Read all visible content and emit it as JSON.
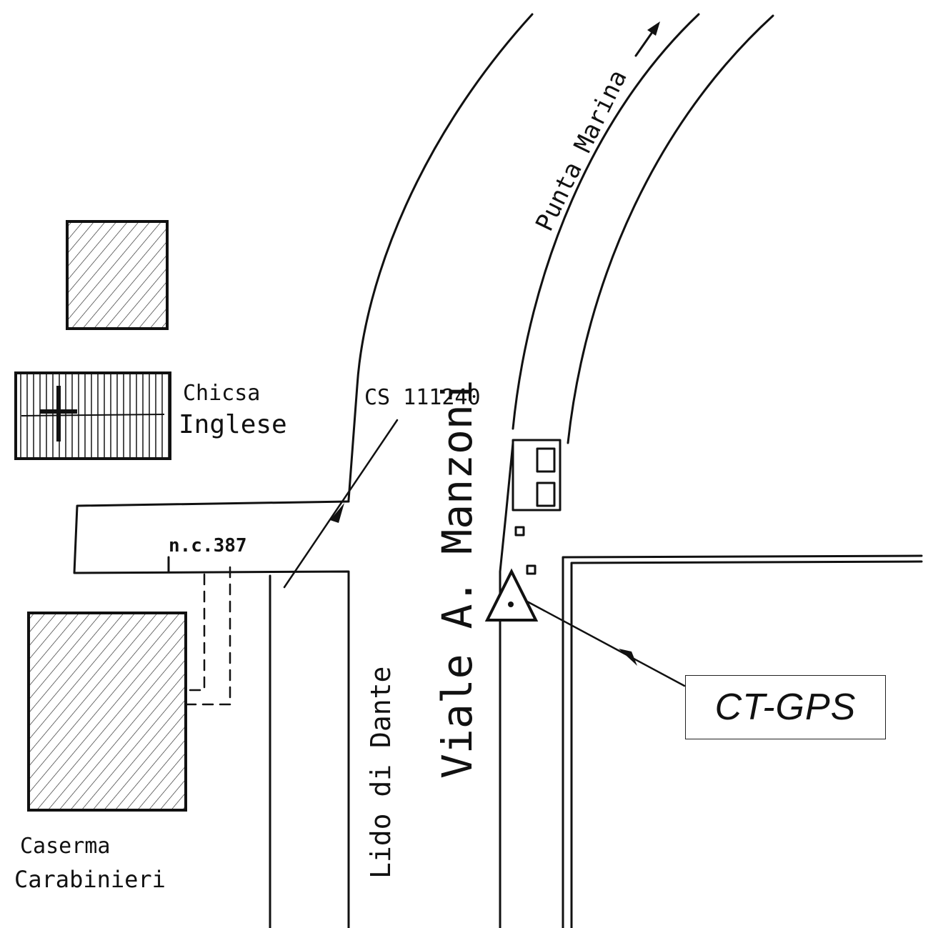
{
  "map": {
    "labels": {
      "church": "Chicsa",
      "church_2": "Inglese",
      "barracks": "Caserma",
      "barracks_2": "Carabinieri",
      "cs_code": "CS 111240",
      "house_number": "n.c.387",
      "street_main": "Viale A. Manzoni",
      "street_side": "Lido di Dante",
      "direction": "Punta Marina"
    },
    "station": {
      "label": "CT-GPS",
      "icon": "benchmark-triangle-icon"
    }
  }
}
